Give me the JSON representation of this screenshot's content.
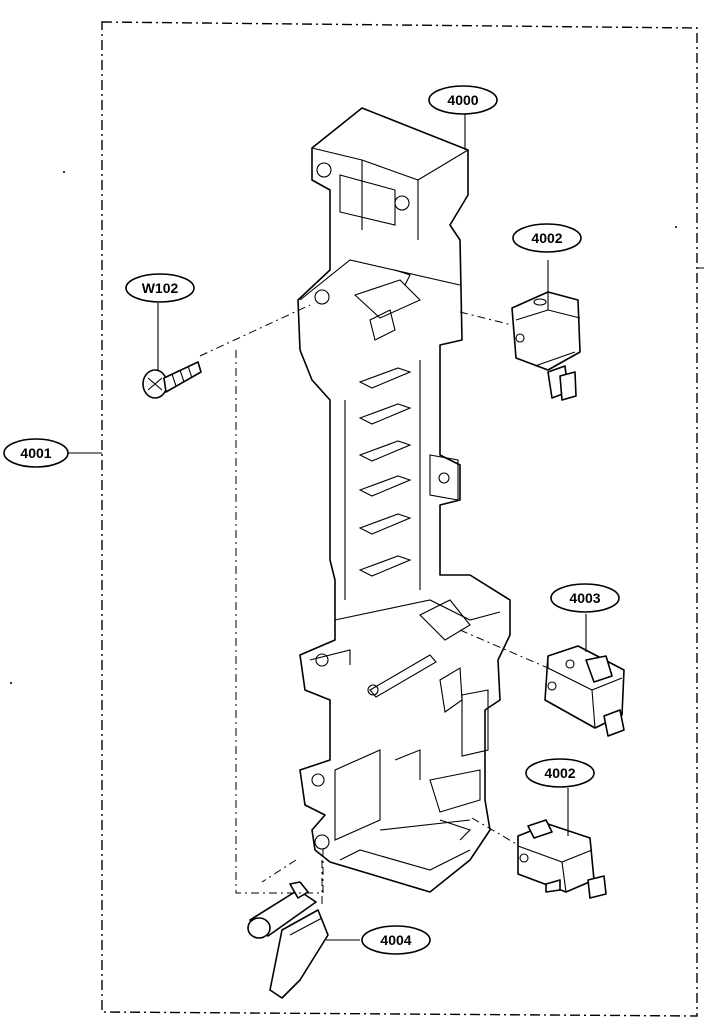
{
  "callouts": {
    "c4000": "4000",
    "c4002_top": "4002",
    "cW102": "W102",
    "c4001": "4001",
    "c4003": "4003",
    "c4002_bottom": "4002",
    "c4004": "4004"
  }
}
